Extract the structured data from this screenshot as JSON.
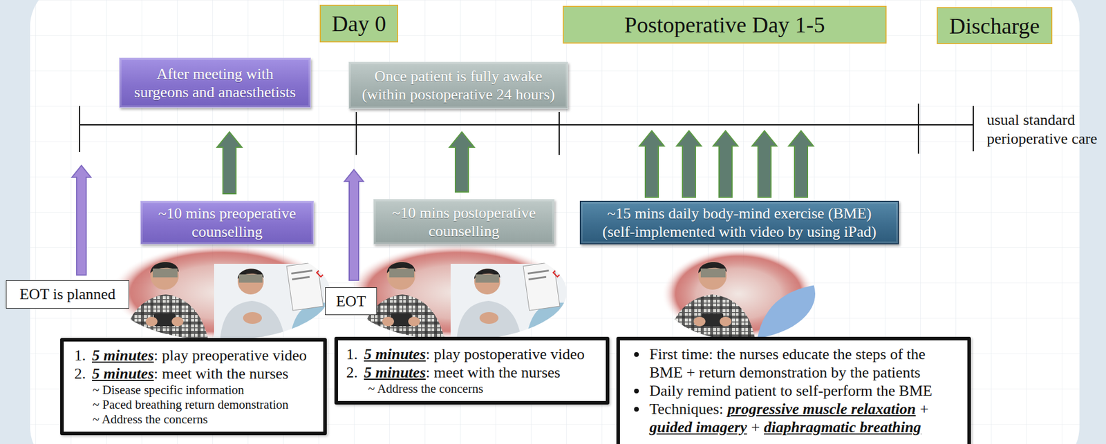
{
  "diagram": {
    "nodes": [
      {
        "text": [
          "Day 0"
        ]
      },
      {
        "text": [
          "Postoperative Day 1-5"
        ]
      },
      {
        "text": [
          "Discharge"
        ]
      },
      {
        "text": [
          "After meeting with surgeons and anaesthetists"
        ]
      },
      {
        "text": [
          "Once patient is fully awake (within postoperative 24 hours)"
        ]
      },
      {
        "text": [
          "~10 mins preoperative counselling"
        ]
      },
      {
        "text": [
          "~10 mins postoperative counselling"
        ]
      },
      {
        "text": [
          "~15 mins daily body-mind exercise (BME) (self-implemented with video by using iPad)"
        ]
      },
      {
        "text": [
          "EOT is planned"
        ]
      },
      {
        "text": [
          "EOT"
        ]
      },
      {
        "text": [
          "1.",
          "5 minutes",
          ": play preoperative video",
          "2.",
          "5 minutes",
          ": meet with the nurses",
          "~ Disease specific information",
          "~ Paced breathing return demonstration",
          "~ Address the concerns"
        ]
      },
      {
        "text": [
          "1.",
          "5 minutes",
          ": play postoperative video",
          "2.",
          "5 minutes",
          ": meet with the nurses",
          "~ Address the concerns"
        ]
      },
      {
        "text": [
          "First time: the nurses educate the steps of the BME + return demonstration by the patients",
          "Daily remind patient to self-perform the BME",
          "Techniques:",
          "progressive muscle relaxation",
          "+",
          "guided imagery",
          "+",
          "diaphragmatic breathing"
        ]
      }
    ],
    "labels": [
      "usual standard perioperative care"
    ]
  }
}
